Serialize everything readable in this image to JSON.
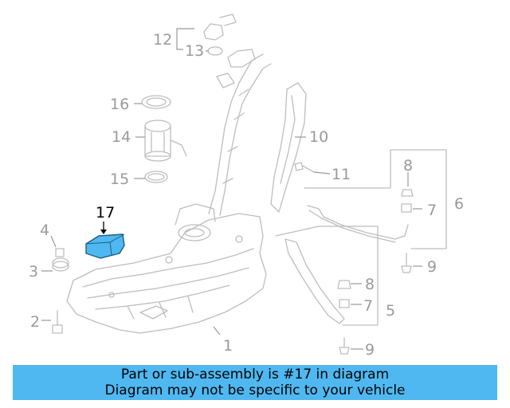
{
  "callouts": {
    "c1": "1",
    "c2": "2",
    "c3": "3",
    "c4": "4",
    "c5": "5",
    "c6": "6",
    "c7a": "7",
    "c7b": "7",
    "c8a": "8",
    "c8b": "8",
    "c9a": "9",
    "c9b": "9",
    "c10": "10",
    "c11": "11",
    "c12": "12",
    "c13": "13",
    "c14": "14",
    "c15": "15",
    "c16": "16",
    "c17": "17"
  },
  "highlight": {
    "part_number": "17",
    "color": "#4fb8f0"
  },
  "caption": {
    "line1": "Part or sub-assembly is #17 in diagram",
    "line2": "Diagram may not be specific to your vehicle",
    "background": "#4fb8f0"
  }
}
